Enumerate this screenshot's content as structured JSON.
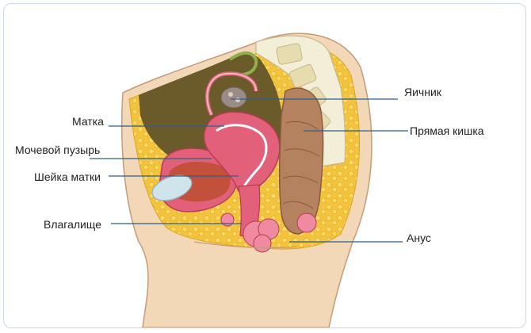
{
  "labels": {
    "uterus": "Матка",
    "bladder": "Мочевой пузырь",
    "cervix": "Шейка матки",
    "vagina": "Влагалище",
    "ovary": "Яичник",
    "rectum": "Прямая кишка",
    "anus": "Анус"
  },
  "colors": {
    "frame_border": "#c9d8e4",
    "leader_line": "#2c5f8d",
    "fat": "#f4c43c",
    "skin": "#f3d8b8",
    "cavity": "#6b5a2a",
    "organ": "#e3607a",
    "rectum": "#b5825f",
    "bone": "#f3eed8"
  }
}
